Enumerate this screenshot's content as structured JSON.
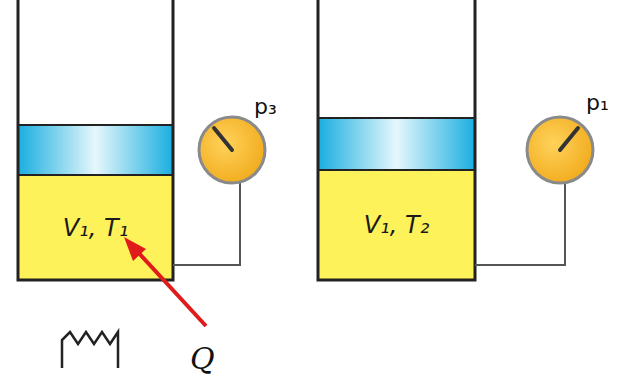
{
  "diagram": {
    "nodes": [
      {
        "text": [
          "V₁, T₁"
        ]
      },
      {
        "text": [
          "V₁, T₂"
        ]
      }
    ],
    "labels": [
      "p₃",
      "p₁",
      "Q"
    ]
  }
}
